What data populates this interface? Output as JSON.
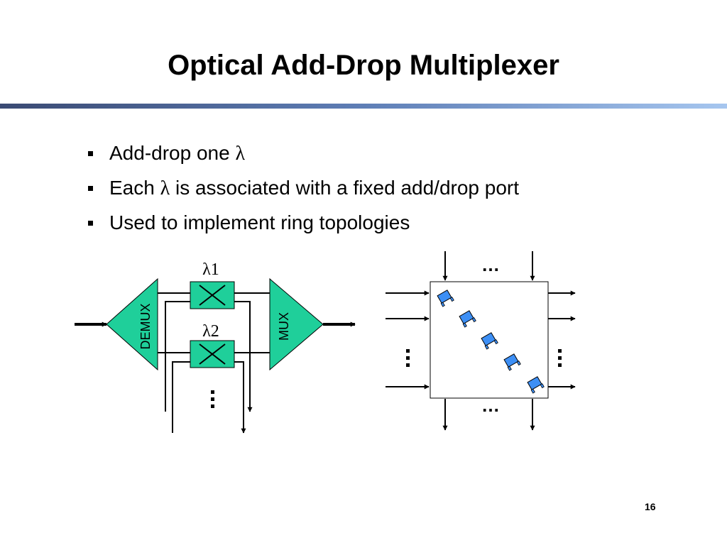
{
  "slide": {
    "title": "Optical Add-Drop Multiplexer",
    "page_number": "16"
  },
  "bullets": [
    {
      "before": "Add-drop one ",
      "lambda": "λ",
      "after": ""
    },
    {
      "before": "Each ",
      "lambda": "λ",
      "after": " is associated with a fixed add/drop port"
    },
    {
      "before": "Used to implement ring topologies",
      "lambda": "",
      "after": ""
    }
  ],
  "oadm": {
    "demux_label": "DEMUX",
    "mux_label": "MUX",
    "lambda1_label": "λ1",
    "lambda2_label": "λ2",
    "more_ports": "…"
  },
  "crossconnect": {
    "ellipsis": "…",
    "switch_count": 5
  },
  "colors": {
    "mux": "#1fcf9a",
    "switch_box": "#1fcf9a",
    "switch_mirror": "#3d8ff5",
    "title_bar_start": "#3a4a73",
    "title_bar_end": "#a6c6ef"
  }
}
